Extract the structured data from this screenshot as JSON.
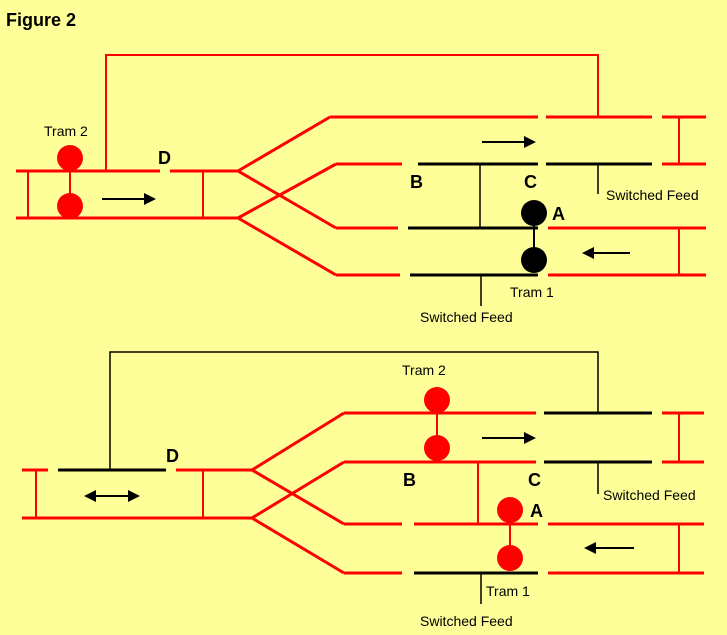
{
  "figure_title": "Figure 2",
  "top": {
    "tram_a": "Tram 2",
    "tram_b": "Tram 1",
    "label_a": "A",
    "label_b": "B",
    "label_c": "C",
    "label_d": "D",
    "feed_right": "Switched Feed",
    "feed_bottom": "Switched Feed"
  },
  "bottom": {
    "tram_a": "Tram 2",
    "tram_b": "Tram 1",
    "label_a": "A",
    "label_b": "B",
    "label_c": "C",
    "label_d": "D",
    "feed_right": "Switched Feed",
    "feed_bottom": "Switched Feed"
  },
  "colors": {
    "track": "#ff0000",
    "feed": "#000000",
    "background": "#ffff99"
  }
}
